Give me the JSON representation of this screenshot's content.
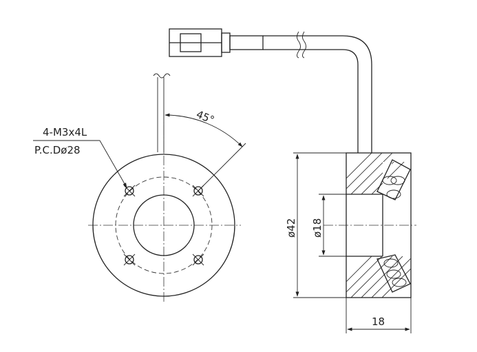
{
  "labels": {
    "thread": "4-M3x4L",
    "pcd": "P.C.Dø28",
    "angle": "45°",
    "outer_diameter": "ø42",
    "inner_diameter": "ø18",
    "depth": "18"
  },
  "colors": {
    "line": "#222222",
    "background": "#ffffff"
  }
}
